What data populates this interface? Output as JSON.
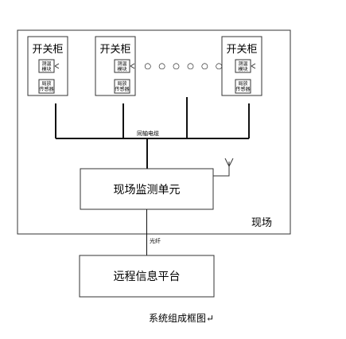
{
  "cabinets": [
    {
      "title": "开关柜",
      "temp_module": [
        "测温",
        "模块"
      ],
      "discharge_sensor": [
        "局放",
        "传感器"
      ]
    },
    {
      "title": "开关柜",
      "temp_module": [
        "测温",
        "模块"
      ],
      "discharge_sensor": [
        "局放",
        "传感器"
      ]
    },
    {
      "title": "开关柜",
      "temp_module": [
        "测温",
        "模块"
      ],
      "discharge_sensor": [
        "局放",
        "传感器"
      ]
    }
  ],
  "ellipsis": "○ ○ ○ ○ ○ ○",
  "cable_label": "同轴电缆",
  "monitor_unit": "现场监测单元",
  "site_label": "现场",
  "fiber_label": "光纤",
  "platform": "远程信息平台",
  "caption": "系统组成框图↵"
}
